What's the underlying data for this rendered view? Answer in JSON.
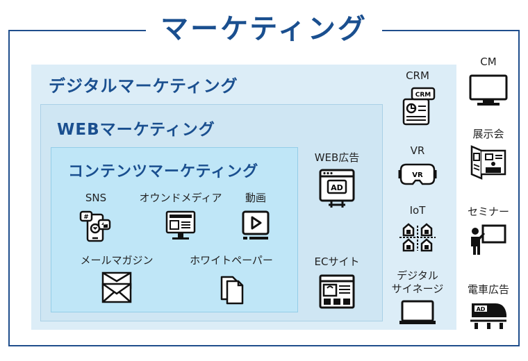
{
  "title": "マーケティング",
  "digital_label": "デジタルマーケティング",
  "web_label": "WEBマーケティング",
  "content_label": "コンテンツマーケティング",
  "content_items": {
    "sns": "SNS",
    "owned": "オウンドメディア",
    "video": "動画",
    "mail": "メールマガジン",
    "whitepaper": "ホワイトペーパー"
  },
  "web_items": {
    "web_ad": "WEB広告",
    "ec": "ECサイト"
  },
  "digital_items": {
    "crm": "CRM",
    "vr": "VR",
    "iot": "IoT",
    "signage_line1": "デジタル",
    "signage_line2": "サイネージ"
  },
  "offline_items": {
    "cm": "CM",
    "exhibition": "展示会",
    "seminar": "セミナー",
    "train_ad": "電車広告"
  },
  "icon_text": {
    "crm": "CRM",
    "vr": "VR",
    "ad": "AD",
    "train_ad": "AD"
  }
}
